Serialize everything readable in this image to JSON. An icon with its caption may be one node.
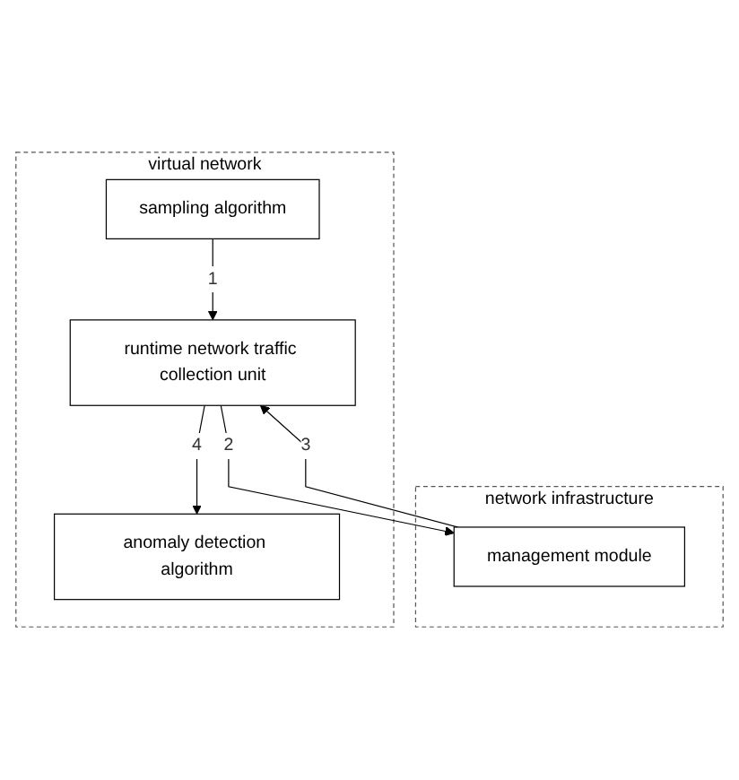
{
  "diagram": {
    "nodes": [
      {
        "text": [
          "virtual network"
        ]
      },
      {
        "text": [
          "sampling algorithm"
        ],
        "in": 0
      },
      {
        "text": [
          "runtime network traffic collection unit"
        ],
        "in": 0
      },
      {
        "text": [
          "anomaly detection algorithm"
        ],
        "in": 0
      },
      {
        "text": [
          "network infrastructure"
        ]
      },
      {
        "text": [
          "management module"
        ],
        "in": 4
      }
    ],
    "edges": [
      {
        "from": 1,
        "to": 2,
        "arrow": "to",
        "label": "1"
      },
      {
        "from": 2,
        "to": 3,
        "arrow": "to",
        "label": "4"
      },
      {
        "from": 2,
        "to": 5,
        "arrow": "to",
        "label": "2"
      },
      {
        "from": 5,
        "to": 2,
        "arrow": "to",
        "label": "3"
      }
    ]
  }
}
